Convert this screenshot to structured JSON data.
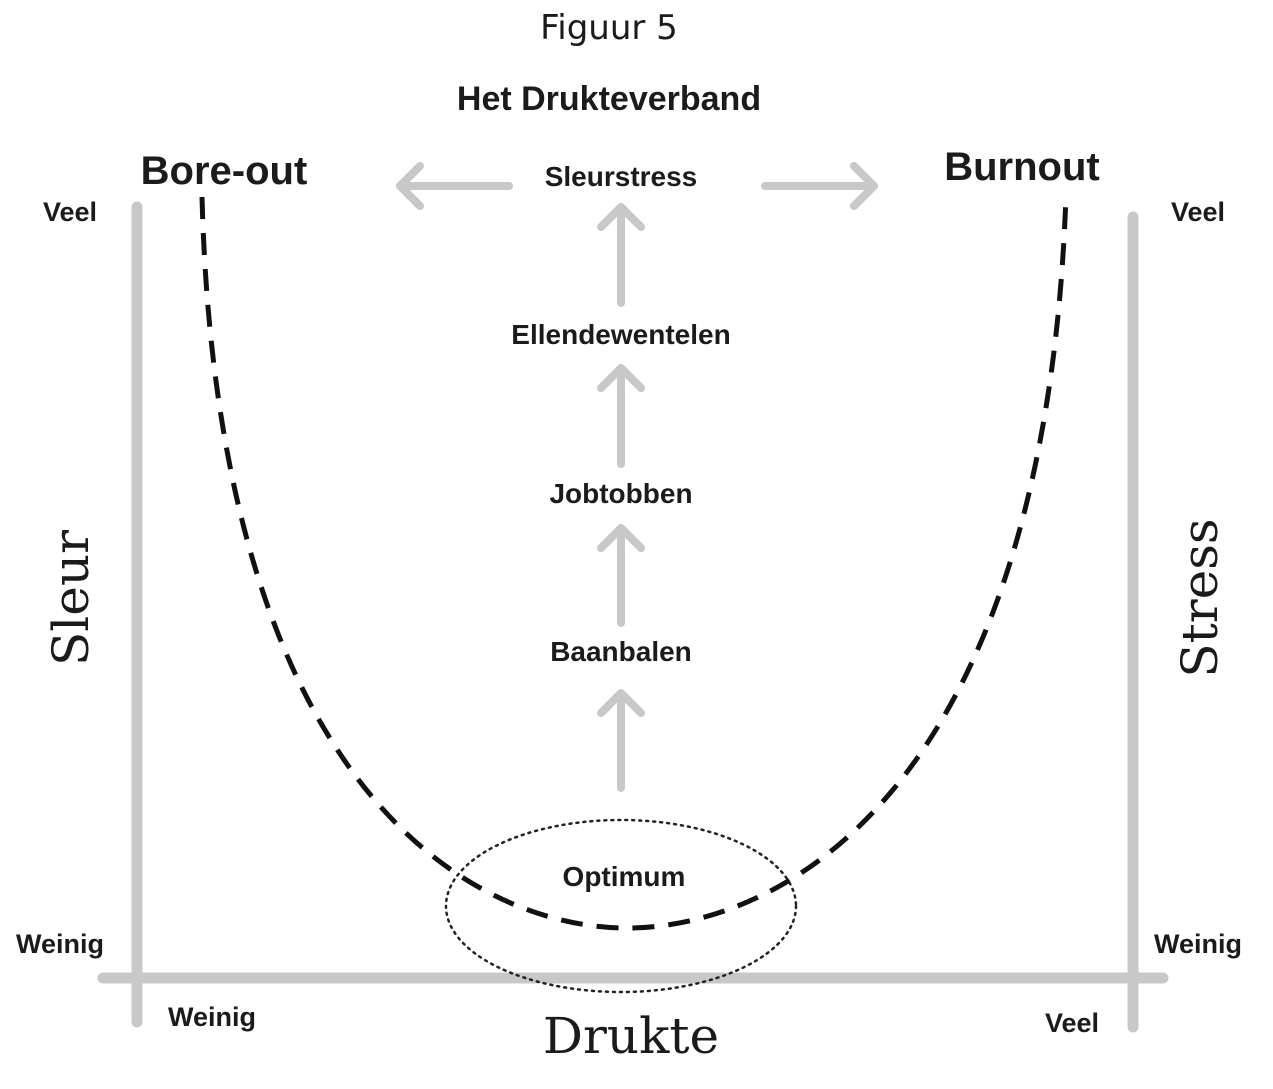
{
  "figure_label": "Figuur 5",
  "title": "Het Drukteverband",
  "corners": {
    "left": "Bore-out",
    "right": "Burnout"
  },
  "left_axis": {
    "label": "Sleur",
    "top": "Veel",
    "bottom": "Weinig"
  },
  "right_axis": {
    "label": "Stress",
    "top": "Veel",
    "bottom": "Weinig"
  },
  "bottom_axis": {
    "label": "Drukte",
    "left": "Weinig",
    "right": "Veel"
  },
  "stages": [
    "Optimum",
    "Baanbalen",
    "Jobtobben",
    "Ellendewentelen",
    "Sleurstress"
  ],
  "colors": {
    "axis": "#c8c8c8",
    "arrow": "#c8c8c8",
    "curve": "#111111",
    "text": "#1b1b1b"
  }
}
